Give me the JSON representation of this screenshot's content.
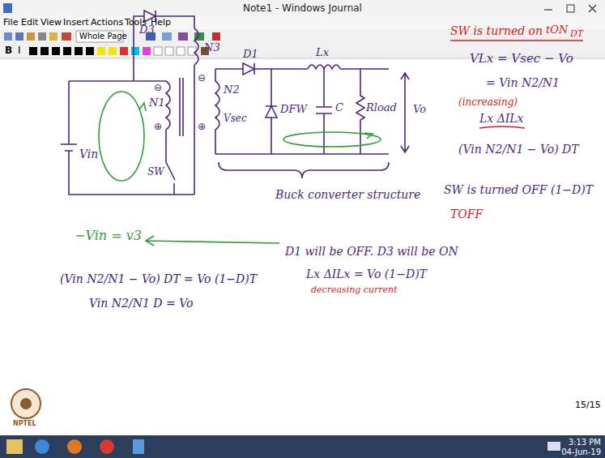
{
  "diagram": {
    "title": "Note1 - Windows Journal",
    "labels": [
      "File",
      "Edit",
      "View",
      "Insert",
      "Actions",
      "Tools",
      "Help",
      "Whole Page",
      "B",
      "I",
      "D3",
      "N3",
      "D1",
      "Lx",
      "⊖",
      "⊕",
      "N2",
      "Vsec",
      "DFW",
      "C",
      "Rload",
      "Vo",
      "N1",
      "⊖",
      "⊕",
      "Vin",
      "SW",
      "Buck converter structure",
      "SW is turned on",
      "tON",
      "DT",
      "VLx = Vsec − Vo",
      "= Vin N2/N1",
      "(increasing)",
      "Lx ΔILx",
      "(Vin N2/N1 − Vo) DT",
      "SW is turned OFF (1−D)T",
      "TOFF",
      "D1 will be OFF. D3 will be ON",
      "Lx ΔILx = Vo (1−D)T",
      "decreasing current",
      "−Vin = v3",
      "(Vin N2/N1 − Vo) DT = Vo (1−D)T",
      "Vin N2/N1 D = Vo",
      "15/15",
      "NPTEL",
      "3:13 PM",
      "04-Jun-19"
    ]
  }
}
